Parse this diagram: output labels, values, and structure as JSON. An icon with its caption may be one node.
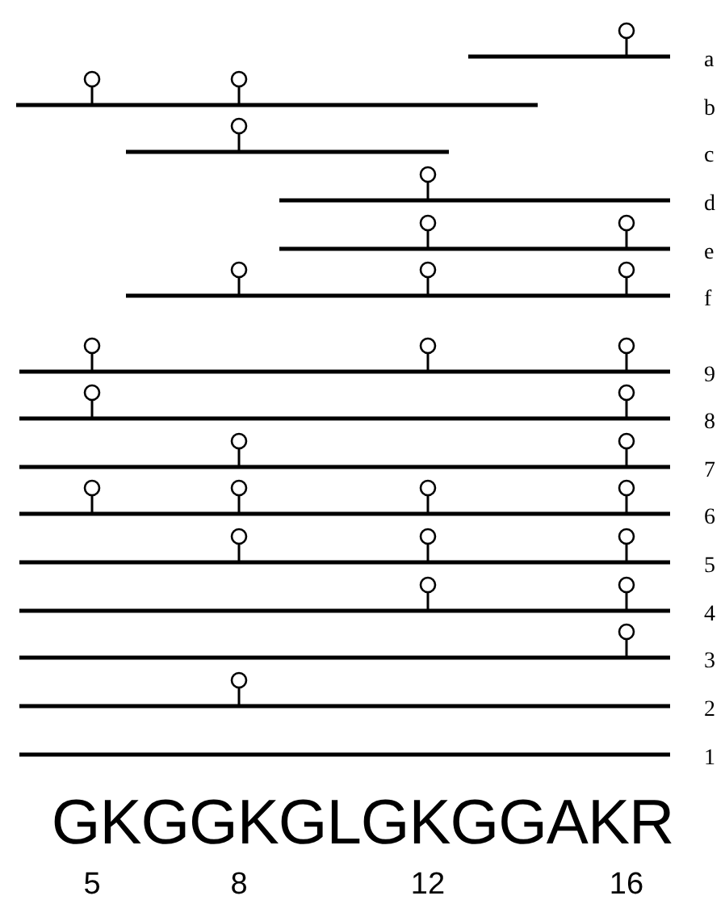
{
  "diagram": {
    "labels": [
      "a",
      "b",
      "c",
      "d",
      "e",
      "f",
      "9",
      "8",
      "7",
      "6",
      "5",
      "4",
      "3",
      "2",
      "1",
      "GKGGKGLGKGGAKR",
      "5",
      "8",
      "12",
      "16"
    ]
  }
}
